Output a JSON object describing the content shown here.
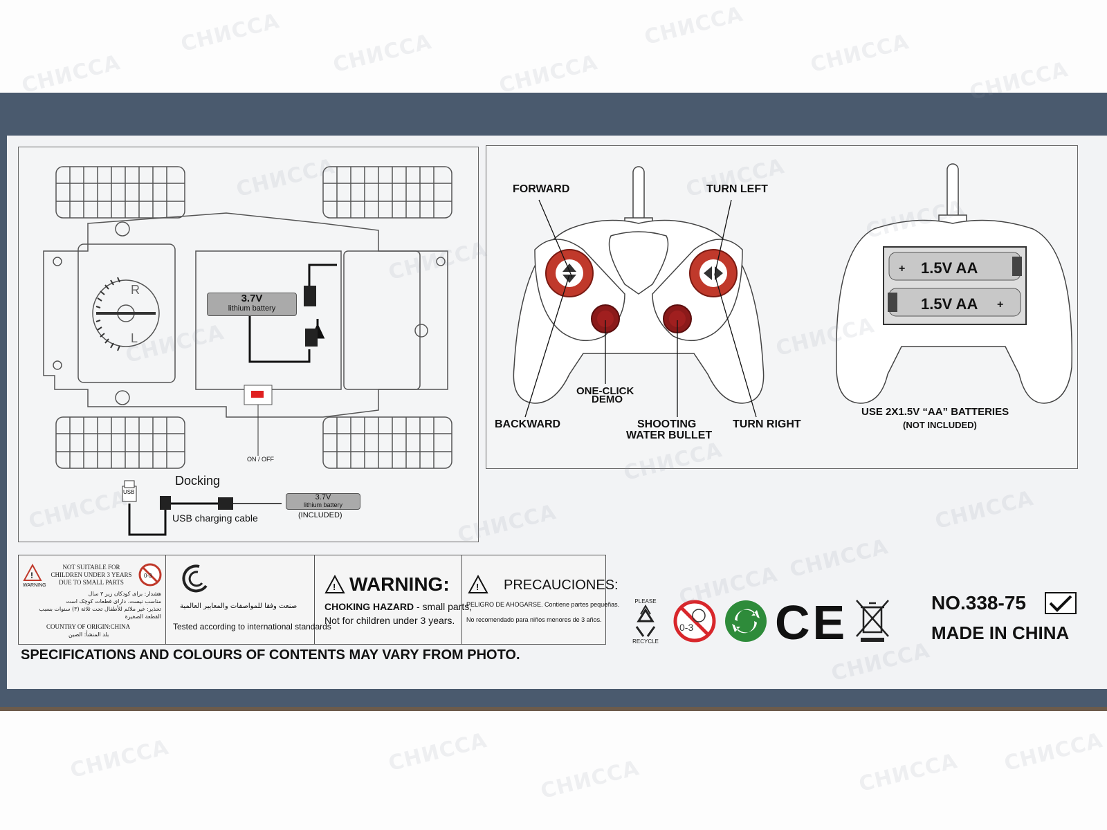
{
  "watermark": "СНИССА",
  "car_diagram": {
    "battery_main": {
      "voltage": "3.7V",
      "type": "lithium battery"
    },
    "switch_label": "ON / OFF",
    "dial_letters": [
      "R",
      "L"
    ],
    "docking_title": "Docking",
    "usb_label": "USB",
    "usb_cable_label": "USB charging cable",
    "battery_dock": {
      "voltage": "3.7V",
      "type": "lithium battery",
      "note": "(INCLUDED)"
    }
  },
  "controller_diagram": {
    "labels": {
      "forward": "FORWARD",
      "turn_left": "TURN LEFT",
      "backward": "BACKWARD",
      "one_click_line1": "ONE-CLICK",
      "one_click_line2": "DEMO",
      "shooting_line1": "SHOOTING",
      "shooting_line2": "WATER BULLET",
      "turn_right": "TURN RIGHT"
    },
    "batteries": [
      "1.5V AA",
      "1.5V AA"
    ],
    "battery_note": "USE 2X1.5V “AA” BATTERIES",
    "battery_note_sub": "(NOT INCLUDED)"
  },
  "warnings": {
    "age_warning_lines": [
      "NOT SUITABLE FOR",
      "CHILDREN UNDER 3 YEARS",
      "DUE TO SMALL PARTS"
    ],
    "age_warning_tag": "WARNING",
    "age_icon_label": "0-3",
    "arabic_lines": [
      "هشدار: برای کودکان زیر ۳ سال",
      "مناسب نیست. دارای قطعات کوچک است",
      "تحذير: غير ملائم للأطفال تحت ثلاثة (٣) سنوات بسبب",
      "القطعة الصغيرة"
    ],
    "country_of_origin": "COUNTRY OF ORIGIN:CHINA",
    "country_arabic": "بلد المنشأ: الصين",
    "standards_arabic": "صنعت وفقا للمواصفات والمعايير العالمية",
    "standards_english": "Tested according to international standards",
    "warning_title": "WARNING:",
    "warning_line1_bold": "CHOKING HAZARD",
    "warning_line1_rest": " - small parts,",
    "warning_line2": "Not for children under 3 years.",
    "precaution_title": "PRECAUCIONES:",
    "precaution_line1_bold": "PELIGRO DE AHOGARSE.",
    "precaution_line1_rest": " Contiene partes pequeñas.",
    "precaution_line2": "No recomendado para niños menores de 3 años."
  },
  "disclaimer": "SPECIFICATIONS AND COLOURS OF CONTENTS MAY VARY FROM PHOTO.",
  "symbols": {
    "recycle_top": "PLEASE",
    "recycle_bottom": "RECYCLE",
    "age_icon": "0-3",
    "ce": "CE"
  },
  "product": {
    "number": "NO.338-75",
    "origin": "MADE IN CHINA"
  },
  "colors": {
    "box_edge": "#4a5a6e",
    "panel": "#f2f3f5",
    "button_red": "#c0392b",
    "button_dark_red": "#8b1a1a",
    "switch_red": "#e02020"
  }
}
